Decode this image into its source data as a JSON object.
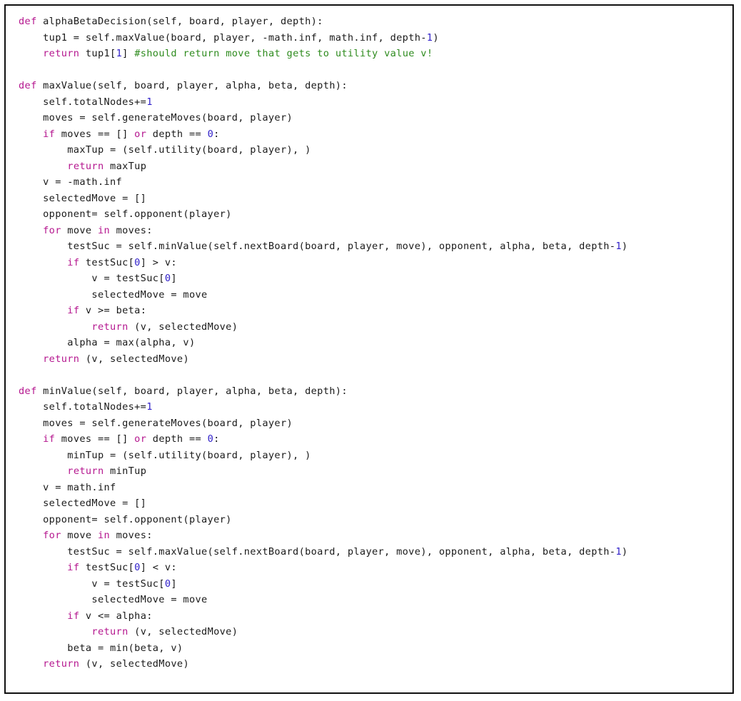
{
  "colors": {
    "keyword": "#b5178f",
    "number": "#2f1fc9",
    "comment": "#2e8b1e",
    "plain": "#1a1a1a",
    "border": "#111111",
    "background": "#ffffff"
  },
  "code_lines": [
    [
      {
        "k": "kw",
        "t": "def"
      },
      {
        "k": "pl",
        "t": " alphaBetaDecision(self, board, player, depth):"
      }
    ],
    [
      {
        "k": "pl",
        "t": "    tup1 = self.maxValue(board, player, -math.inf, math.inf, depth-"
      },
      {
        "k": "num",
        "t": "1"
      },
      {
        "k": "pl",
        "t": ")"
      }
    ],
    [
      {
        "k": "pl",
        "t": "    "
      },
      {
        "k": "kw",
        "t": "return"
      },
      {
        "k": "pl",
        "t": " tup1["
      },
      {
        "k": "num",
        "t": "1"
      },
      {
        "k": "pl",
        "t": "] "
      },
      {
        "k": "cm",
        "t": "#should return move that gets to utility value v!"
      }
    ],
    [],
    [
      {
        "k": "kw",
        "t": "def"
      },
      {
        "k": "pl",
        "t": " maxValue(self, board, player, alpha, beta, depth):"
      }
    ],
    [
      {
        "k": "pl",
        "t": "    self.totalNodes+="
      },
      {
        "k": "num",
        "t": "1"
      }
    ],
    [
      {
        "k": "pl",
        "t": "    moves = self.generateMoves(board, player)"
      }
    ],
    [
      {
        "k": "pl",
        "t": "    "
      },
      {
        "k": "kw",
        "t": "if"
      },
      {
        "k": "pl",
        "t": " moves == [] "
      },
      {
        "k": "kw",
        "t": "or"
      },
      {
        "k": "pl",
        "t": " depth == "
      },
      {
        "k": "num",
        "t": "0"
      },
      {
        "k": "pl",
        "t": ":"
      }
    ],
    [
      {
        "k": "pl",
        "t": "        maxTup = (self.utility(board, player), )"
      }
    ],
    [
      {
        "k": "pl",
        "t": "        "
      },
      {
        "k": "kw",
        "t": "return"
      },
      {
        "k": "pl",
        "t": " maxTup"
      }
    ],
    [
      {
        "k": "pl",
        "t": "    v = -math.inf"
      }
    ],
    [
      {
        "k": "pl",
        "t": "    selectedMove = []"
      }
    ],
    [
      {
        "k": "pl",
        "t": "    opponent= self.opponent(player)"
      }
    ],
    [
      {
        "k": "pl",
        "t": "    "
      },
      {
        "k": "kw",
        "t": "for"
      },
      {
        "k": "pl",
        "t": " move "
      },
      {
        "k": "kw",
        "t": "in"
      },
      {
        "k": "pl",
        "t": " moves:"
      }
    ],
    [
      {
        "k": "pl",
        "t": "        testSuc = self.minValue(self.nextBoard(board, player, move), opponent, alpha, beta, depth-"
      },
      {
        "k": "num",
        "t": "1"
      },
      {
        "k": "pl",
        "t": ")"
      }
    ],
    [
      {
        "k": "pl",
        "t": "        "
      },
      {
        "k": "kw",
        "t": "if"
      },
      {
        "k": "pl",
        "t": " testSuc["
      },
      {
        "k": "num",
        "t": "0"
      },
      {
        "k": "pl",
        "t": "] > v:"
      }
    ],
    [
      {
        "k": "pl",
        "t": "            v = testSuc["
      },
      {
        "k": "num",
        "t": "0"
      },
      {
        "k": "pl",
        "t": "]"
      }
    ],
    [
      {
        "k": "pl",
        "t": "            selectedMove = move"
      }
    ],
    [
      {
        "k": "pl",
        "t": "        "
      },
      {
        "k": "kw",
        "t": "if"
      },
      {
        "k": "pl",
        "t": " v >= beta:"
      }
    ],
    [
      {
        "k": "pl",
        "t": "            "
      },
      {
        "k": "kw",
        "t": "return"
      },
      {
        "k": "pl",
        "t": " (v, selectedMove)"
      }
    ],
    [
      {
        "k": "pl",
        "t": "        alpha = max(alpha, v)"
      }
    ],
    [
      {
        "k": "pl",
        "t": "    "
      },
      {
        "k": "kw",
        "t": "return"
      },
      {
        "k": "pl",
        "t": " (v, selectedMove)"
      }
    ],
    [],
    [
      {
        "k": "kw",
        "t": "def"
      },
      {
        "k": "pl",
        "t": " minValue(self, board, player, alpha, beta, depth):"
      }
    ],
    [
      {
        "k": "pl",
        "t": "    self.totalNodes+="
      },
      {
        "k": "num",
        "t": "1"
      }
    ],
    [
      {
        "k": "pl",
        "t": "    moves = self.generateMoves(board, player)"
      }
    ],
    [
      {
        "k": "pl",
        "t": "    "
      },
      {
        "k": "kw",
        "t": "if"
      },
      {
        "k": "pl",
        "t": " moves == [] "
      },
      {
        "k": "kw",
        "t": "or"
      },
      {
        "k": "pl",
        "t": " depth == "
      },
      {
        "k": "num",
        "t": "0"
      },
      {
        "k": "pl",
        "t": ":"
      }
    ],
    [
      {
        "k": "pl",
        "t": "        minTup = (self.utility(board, player), )"
      }
    ],
    [
      {
        "k": "pl",
        "t": "        "
      },
      {
        "k": "kw",
        "t": "return"
      },
      {
        "k": "pl",
        "t": " minTup"
      }
    ],
    [
      {
        "k": "pl",
        "t": "    v = math.inf"
      }
    ],
    [
      {
        "k": "pl",
        "t": "    selectedMove = []"
      }
    ],
    [
      {
        "k": "pl",
        "t": "    opponent= self.opponent(player)"
      }
    ],
    [
      {
        "k": "pl",
        "t": "    "
      },
      {
        "k": "kw",
        "t": "for"
      },
      {
        "k": "pl",
        "t": " move "
      },
      {
        "k": "kw",
        "t": "in"
      },
      {
        "k": "pl",
        "t": " moves:"
      }
    ],
    [
      {
        "k": "pl",
        "t": "        testSuc = self.maxValue(self.nextBoard(board, player, move), opponent, alpha, beta, depth-"
      },
      {
        "k": "num",
        "t": "1"
      },
      {
        "k": "pl",
        "t": ")"
      }
    ],
    [
      {
        "k": "pl",
        "t": "        "
      },
      {
        "k": "kw",
        "t": "if"
      },
      {
        "k": "pl",
        "t": " testSuc["
      },
      {
        "k": "num",
        "t": "0"
      },
      {
        "k": "pl",
        "t": "] < v:"
      }
    ],
    [
      {
        "k": "pl",
        "t": "            v = testSuc["
      },
      {
        "k": "num",
        "t": "0"
      },
      {
        "k": "pl",
        "t": "]"
      }
    ],
    [
      {
        "k": "pl",
        "t": "            selectedMove = move"
      }
    ],
    [
      {
        "k": "pl",
        "t": "        "
      },
      {
        "k": "kw",
        "t": "if"
      },
      {
        "k": "pl",
        "t": " v <= alpha:"
      }
    ],
    [
      {
        "k": "pl",
        "t": "            "
      },
      {
        "k": "kw",
        "t": "return"
      },
      {
        "k": "pl",
        "t": " (v, selectedMove)"
      }
    ],
    [
      {
        "k": "pl",
        "t": "        beta = min(beta, v)"
      }
    ],
    [
      {
        "k": "pl",
        "t": "    "
      },
      {
        "k": "kw",
        "t": "return"
      },
      {
        "k": "pl",
        "t": " (v, selectedMove)"
      }
    ]
  ]
}
